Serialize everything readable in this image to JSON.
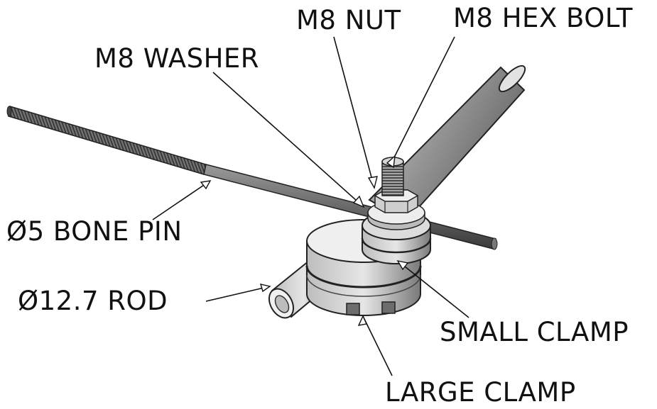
{
  "labels": {
    "m8_nut": "M8 NUT",
    "m8_hex_bolt": "M8 HEX BOLT",
    "m8_washer": "M8 WASHER",
    "bone_pin": "Ø5 BONE PIN",
    "rod": "Ø12.7 ROD",
    "small_clamp": "SMALL CLAMP",
    "large_clamp": "LARGE CLAMP"
  }
}
